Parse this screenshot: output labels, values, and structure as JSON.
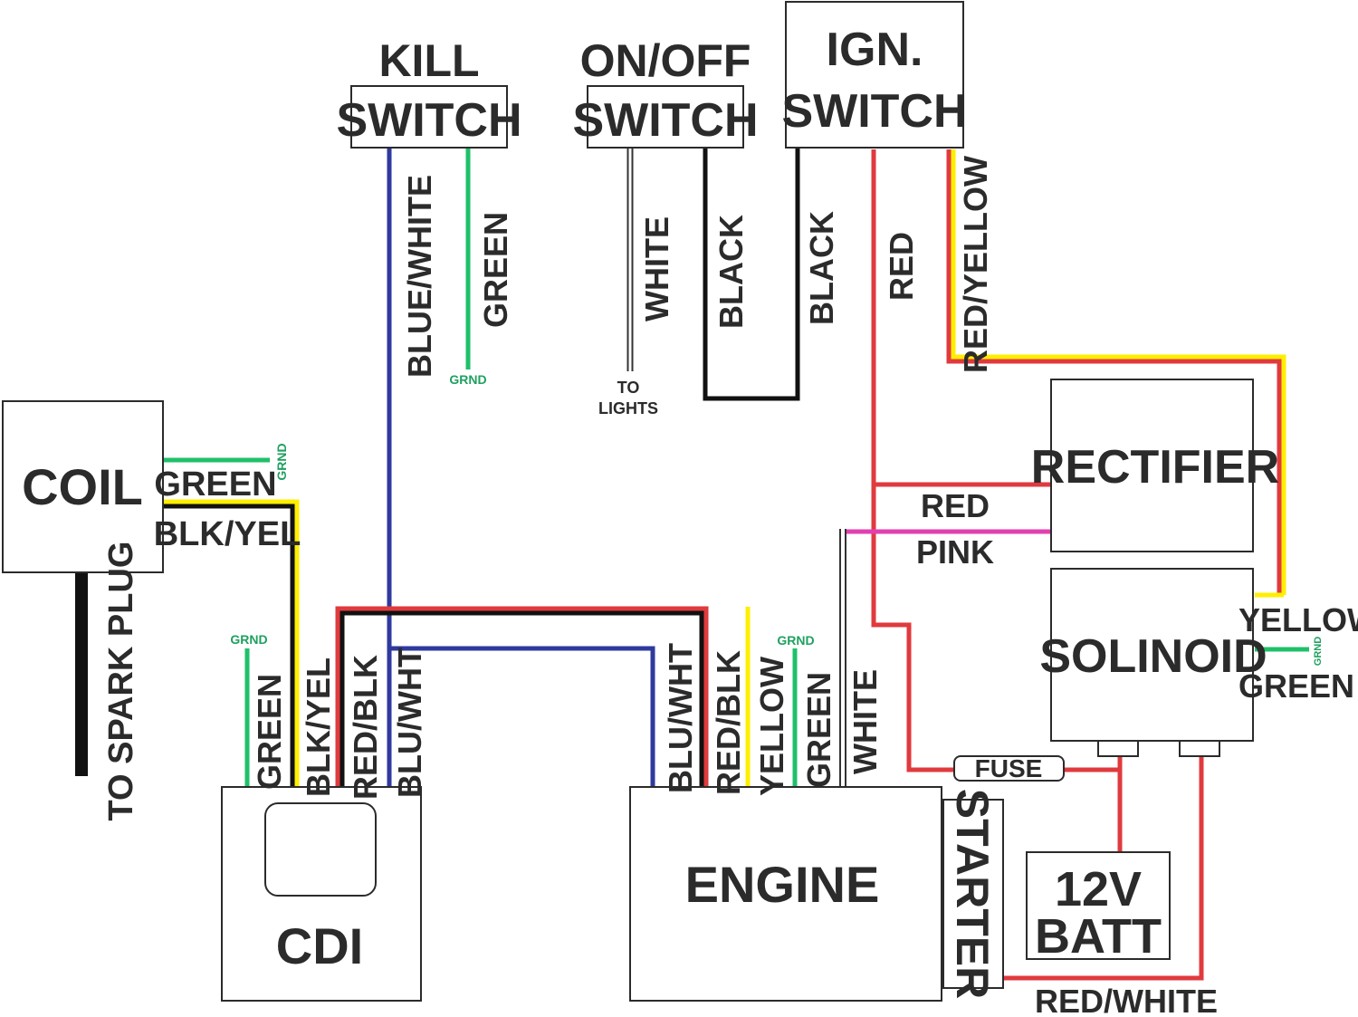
{
  "colors": {
    "red": "#e03a3e",
    "black": "#111111",
    "blue": "#2e3a9e",
    "green": "#1fc06a",
    "yellow": "#ffee00",
    "pink": "#e23fb0",
    "white_wire": "#888888",
    "text": "#2b2b2b"
  },
  "components": {
    "kill_switch": [
      "KILL",
      "SWITCH"
    ],
    "onoff_switch": [
      "ON/OFF",
      "SWITCH"
    ],
    "ign_switch": [
      "IGN.",
      "SWITCH"
    ],
    "coil": "COIL",
    "rectifier": "RECTIFIER",
    "solenoid": "SOLINOID",
    "cdi": "CDI",
    "engine": "ENGINE",
    "starter": "STARTER",
    "battery": [
      "12V",
      "BATT"
    ],
    "fuse": "FUSE"
  },
  "wire_labels": {
    "blue_white": "BLUE/WHITE",
    "kill_green": "GREEN",
    "white": "WHITE",
    "black_1": "BLACK",
    "black_2": "BLACK",
    "red": "RED",
    "red_yellow": "RED/YELLOW",
    "coil_green": "GREEN",
    "coil_blk_yel": "BLK/YEL",
    "spark_plug": "TO SPARK PLUG",
    "rect_red": "RED",
    "rect_pink": "PINK",
    "sol_yellow": "YELLOW",
    "sol_green": "GREEN",
    "cdi_green": "GREEN",
    "cdi_blk_yel": "BLK/YEL",
    "cdi_red_blk": "RED/BLK",
    "cdi_blu_wht": "BLU/WHT",
    "eng_blu_wht": "BLU/WHT",
    "eng_red_blk": "RED/BLK",
    "eng_yellow": "YELLOW",
    "eng_green": "GREEN",
    "eng_white": "WHITE",
    "red_white": "RED/WHITE",
    "to_lights": [
      "TO",
      "LIGHTS"
    ]
  },
  "ground_label": "GRND"
}
